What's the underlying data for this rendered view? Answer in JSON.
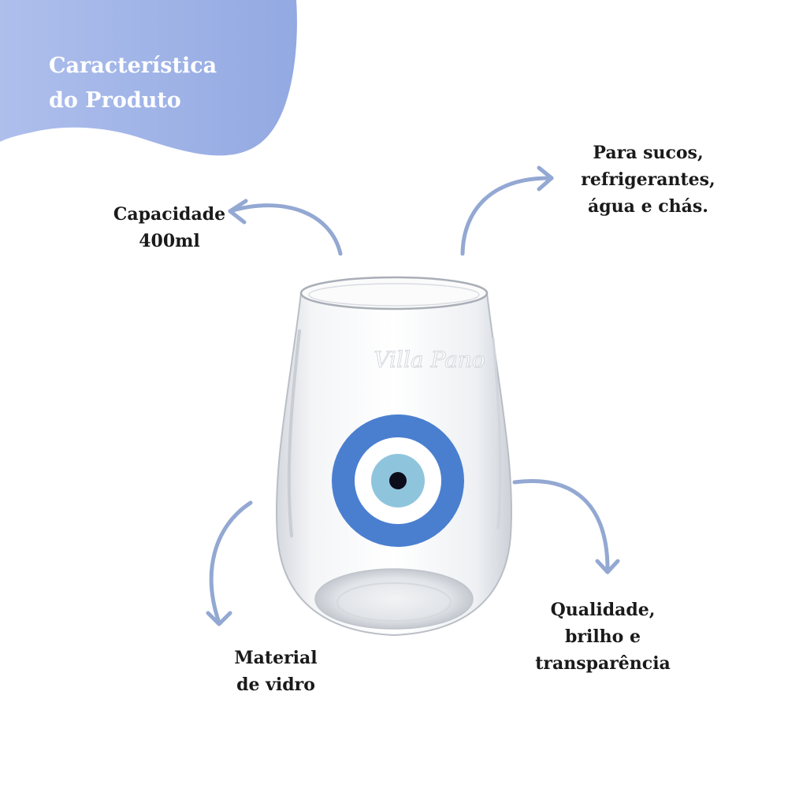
{
  "header": {
    "title_line1": "Característica",
    "title_line2": "do Produto",
    "blob_color": "#9eb1e6"
  },
  "callouts": {
    "capacity": {
      "line1": "Capacidade",
      "line2": "400ml"
    },
    "usage": {
      "line1": "Para sucos,",
      "line2": "refrigerantes,",
      "line3": "água e chás."
    },
    "quality": {
      "line1": "Qualidade,",
      "line2": "brilho e",
      "line3": "transparência"
    },
    "material": {
      "line1": "Material",
      "line2": "de vidro"
    }
  },
  "product": {
    "watermark": "Villa Pano",
    "icon": "evil-eye-icon",
    "eye_colors": {
      "outer": "#4a7fd0",
      "white": "#ffffff",
      "iris": "#8fc5dc",
      "pupil": "#0c0c1a"
    }
  },
  "colors": {
    "arrow": "#93a8d2",
    "text": "#1a1a1a"
  }
}
